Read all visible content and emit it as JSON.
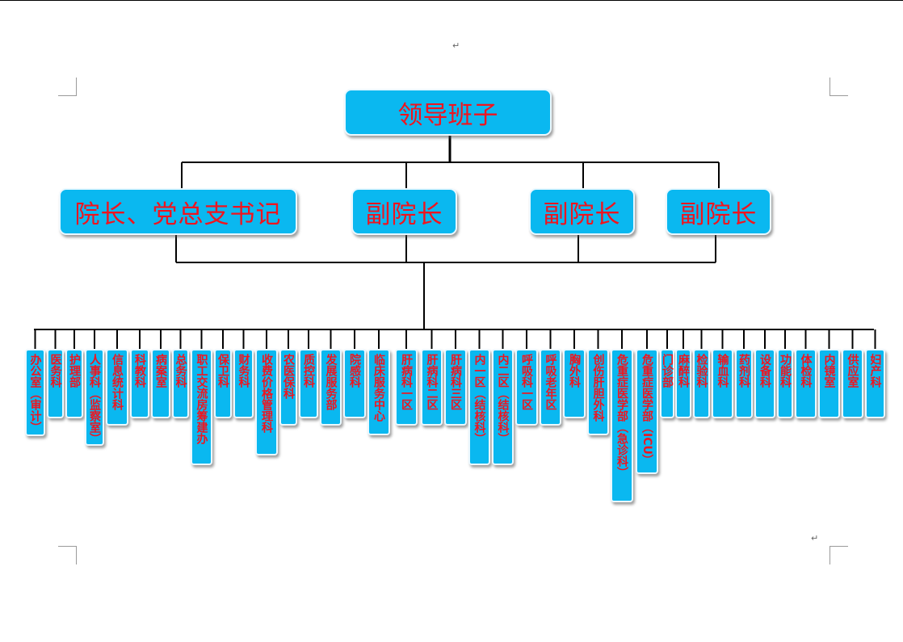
{
  "leader": "领导班子",
  "deputies": [
    "院长、党总支书记",
    "副院长",
    "副院长",
    "副院长"
  ],
  "departments": [
    "办公室（审计）",
    "医务科",
    "护理部",
    "人事科（监察室）",
    "信息统计科",
    "科教科",
    "病案室",
    "总务科",
    "职工交流房筹建办",
    "保卫科",
    "财务科",
    "收费价格管理科",
    "农医保科",
    "质控科",
    "发展服务部",
    "院感科",
    "临床服务中心",
    "肝病科一区",
    "肝病科二区",
    "肝病科三区",
    "内一区（结核科）",
    "内二区（结核科）",
    "呼吸科一区",
    "呼吸老年区",
    "胸外科",
    "创伤肝胆外科",
    "危重症医学部（急诊科）",
    "危重症医学部（ICU）",
    "门诊部",
    "麻醉科",
    "检验科",
    "输血科",
    "药剂科",
    "设备科",
    "功能科",
    "体检科",
    "内镜室",
    "供应室",
    "妇产科"
  ],
  "paragraph_mark": "↵",
  "colors": {
    "box_fill": "#0ab8f0",
    "box_text": "#f0141e",
    "connector": "#000000"
  }
}
